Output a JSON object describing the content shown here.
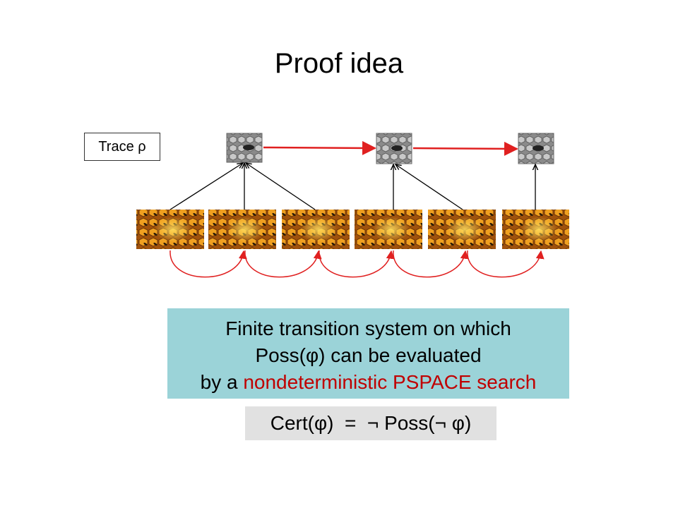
{
  "title": "Proof idea",
  "trace_label": "Trace  ρ",
  "info_box": {
    "line1": "Finite transition system on which",
    "line2": "Poss(φ) can be evaluated",
    "line3_prefix": "by a ",
    "line3_highlight": "nondeterministic PSPACE search"
  },
  "formula": {
    "left": "Cert(φ)",
    "equals": "=",
    "neg1": "¬",
    "poss": "Poss(",
    "neg2": "¬",
    "phi": "φ)"
  },
  "colors": {
    "accent": "#e02020",
    "info_background": "#9bd3d8",
    "highlight_text": "#c00000",
    "formula_background": "#e1e1e1"
  },
  "icons": {
    "trace_states": "honeycomb-grayscale-thumbnail",
    "system_states": "honeycomb-color-photo"
  }
}
